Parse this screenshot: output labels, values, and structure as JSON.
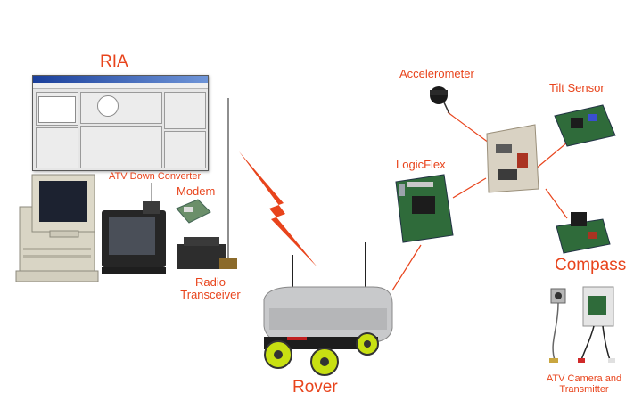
{
  "labels": {
    "ria": "RIA",
    "accelerometer": "Accelerometer",
    "tilt_sensor": "Tilt Sensor",
    "logicflex": "LogicFlex",
    "atv_down_converter": "ATV Down Converter",
    "modem": "Modem",
    "radio_transceiver_line1": "Radio",
    "radio_transceiver_line2": "Transceiver",
    "compass": "Compass",
    "rover": "Rover",
    "atv_camera_line1": "ATV Camera and",
    "atv_camera_line2": "Transmitter"
  },
  "colors": {
    "label": "#e8441c",
    "connector": "#e8441c",
    "lightning": "#e8441c",
    "wheel": "#c8e012",
    "pcb_green": "#2f6b3a"
  },
  "icons": {
    "lightning": "lightning-bolt-icon",
    "antenna": "antenna-icon"
  }
}
